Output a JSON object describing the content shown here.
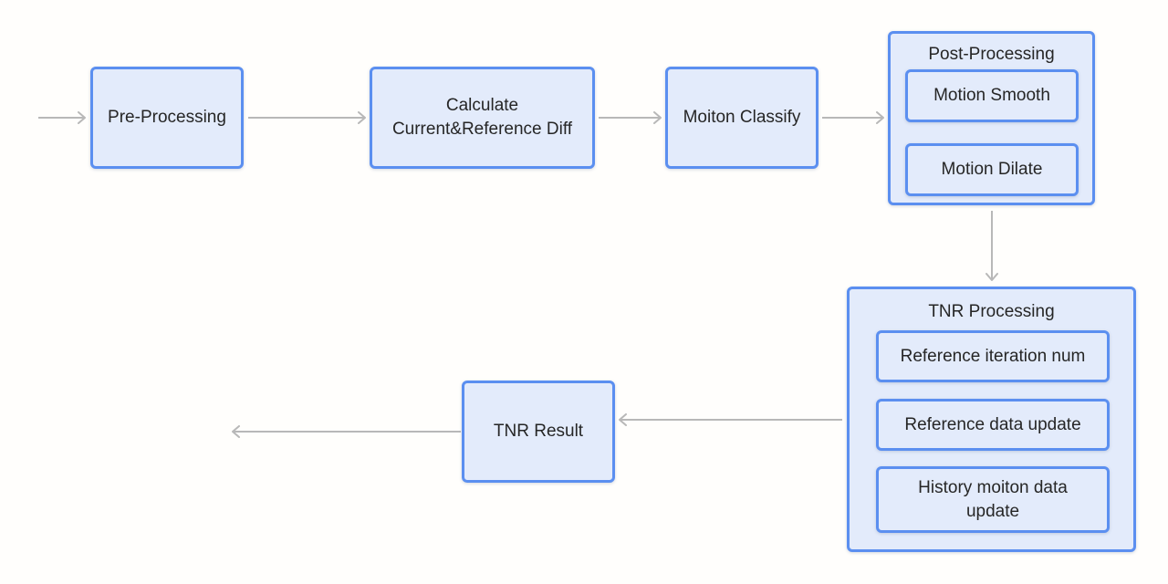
{
  "colors": {
    "node_fill": "#e3ebfb",
    "node_border": "#5b8ff0",
    "arrow": "#b8b8b8",
    "text": "#262626",
    "background": "#fffefc"
  },
  "nodes": {
    "pre_processing": "Pre-Processing",
    "calc_diff": [
      "Calculate",
      "Current&Reference Diff"
    ],
    "motion_classify": "Moiton Classify",
    "tnr_result": "TNR Result"
  },
  "post_processing": {
    "title": "Post-Processing",
    "items": [
      "Motion Smooth",
      "Motion Dilate"
    ]
  },
  "tnr_processing": {
    "title": "TNR Processing",
    "items": [
      "Reference iteration num",
      "Reference data update"
    ],
    "history_item": [
      "History moiton data",
      "update"
    ]
  }
}
